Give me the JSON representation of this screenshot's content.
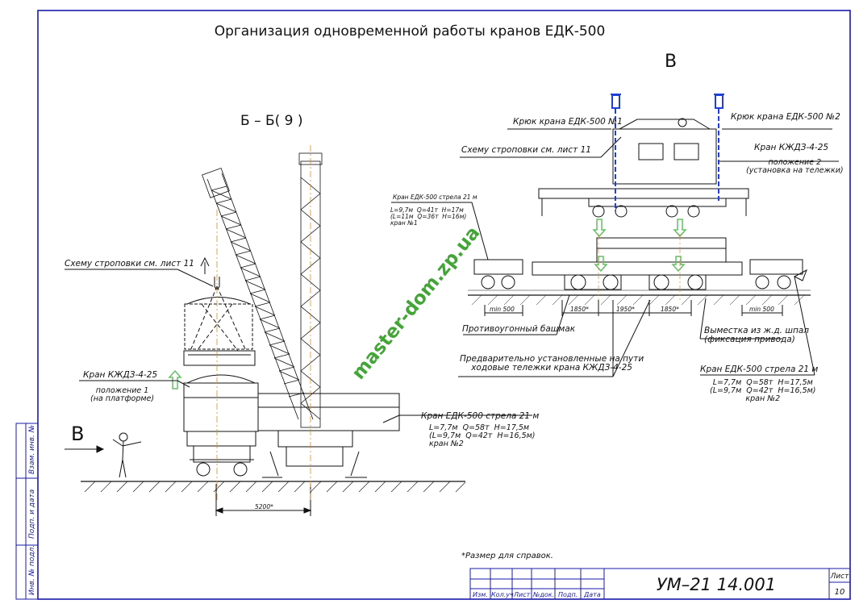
{
  "title": "Организация одновременной работы кранов ЕДК-500",
  "section_label": "Б – Б( 9 )",
  "view_label_top": "В",
  "view_label_left": "В",
  "left_view": {
    "sling_scheme": "Схему строповки см. лист 11",
    "crane_kzhdz_label": "Кран КЖДЗ-4-25",
    "crane_kzhdz_position": "положение 1\n(на платформе)",
    "crane2_label": "Кран ЕДК-500 стрела 21 м",
    "crane2_params": "L=7,7м  Q=58т  H=17,5м\n(L=9,7м  Q=42т  H=16,5м)\nкран №2",
    "dimension": "5200*"
  },
  "right_view": {
    "hook1": "Крюк крана ЕДК-500 №1",
    "hook2": "Крюк крана ЕДК-500 №2",
    "sling_scheme": "Схему строповки см. лист 11",
    "crane_kzhdz_label": "Кран КЖДЗ-4-25",
    "crane_kzhdz_position": "положение 2\n(установка на тележки)",
    "crane1_label": "Кран ЕДК-500 стрела 21 м",
    "crane1_params": "L=9,7м  Q=41т  H=17м\n(L=11м  Q=36т  H=16м)\nкран №1",
    "dim_min_left": "min 500",
    "dim_1850a": "1850*",
    "dim_1950": "1950*",
    "dim_1850b": "1850*",
    "dim_min_right": "min 500",
    "anti_runaway": "Противоугонный башмак",
    "sleepers": "Выместка из ж.д. шпал\n(фиксация привода)",
    "bogies": "Предварительно установленные на пути\nходовые тележки крана КЖДЗ-4-25",
    "crane2_label": "Кран ЕДК-500 стрела 21 м",
    "crane2_params": "L=7,7м  Q=58т  H=17,5м\n(L=9,7м  Q=42т  H=16,5м)\nкран №2"
  },
  "watermark": "master-dom.zp.ua",
  "note": "*Размер для справок.",
  "stamp": {
    "doc_number": "УМ–21 14.001",
    "sheet_label": "Лист",
    "sheet_number": "10",
    "columns": [
      "Изм.",
      "Кол.уч",
      "Лист",
      "№док.",
      "Подп.",
      "Дата"
    ]
  },
  "side_stamp": [
    "Инв. № подл.",
    "Подп. и дата",
    "Взам. инв. №"
  ],
  "colors": {
    "line": "#111111",
    "frame": "#1a1aa8",
    "hook": "#1f3fd8",
    "arrow": "#63c063",
    "watermark": "#2e9b20",
    "axis": "#d88a2a"
  }
}
